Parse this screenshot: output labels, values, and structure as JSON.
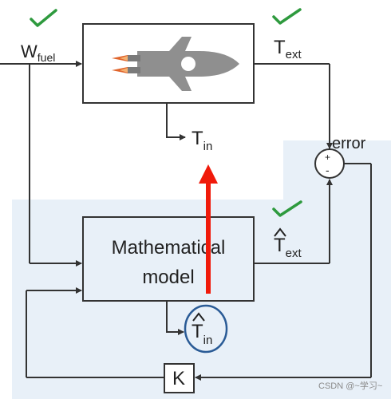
{
  "colors": {
    "observer_bg": "#e8f0f8",
    "line": "#333333",
    "check": "#2e9a3e",
    "arrow_red": "#f01a0a",
    "circle": "#2a5b96",
    "rocket_body": "#8f8f8f",
    "flame_outer": "#e0642b",
    "flame_inner": "#f5b070"
  },
  "labels": {
    "w_main": "W",
    "w_sub": "fuel",
    "t_ext_main": "T",
    "t_ext_sub": "ext",
    "t_in_main": "T",
    "t_in_sub": "in",
    "error": "error",
    "plus": "+",
    "minus": "-",
    "hat_t_ext_main": "T",
    "hat_t_ext_sub": "ext",
    "hat_t_in_main": "T",
    "hat_t_in_sub": "in",
    "model_line1": "Mathematical",
    "model_line2": "model",
    "gain": "K",
    "watermark": "CSDN @~学习~"
  },
  "icons": [
    "check-icon",
    "rocket-icon"
  ]
}
